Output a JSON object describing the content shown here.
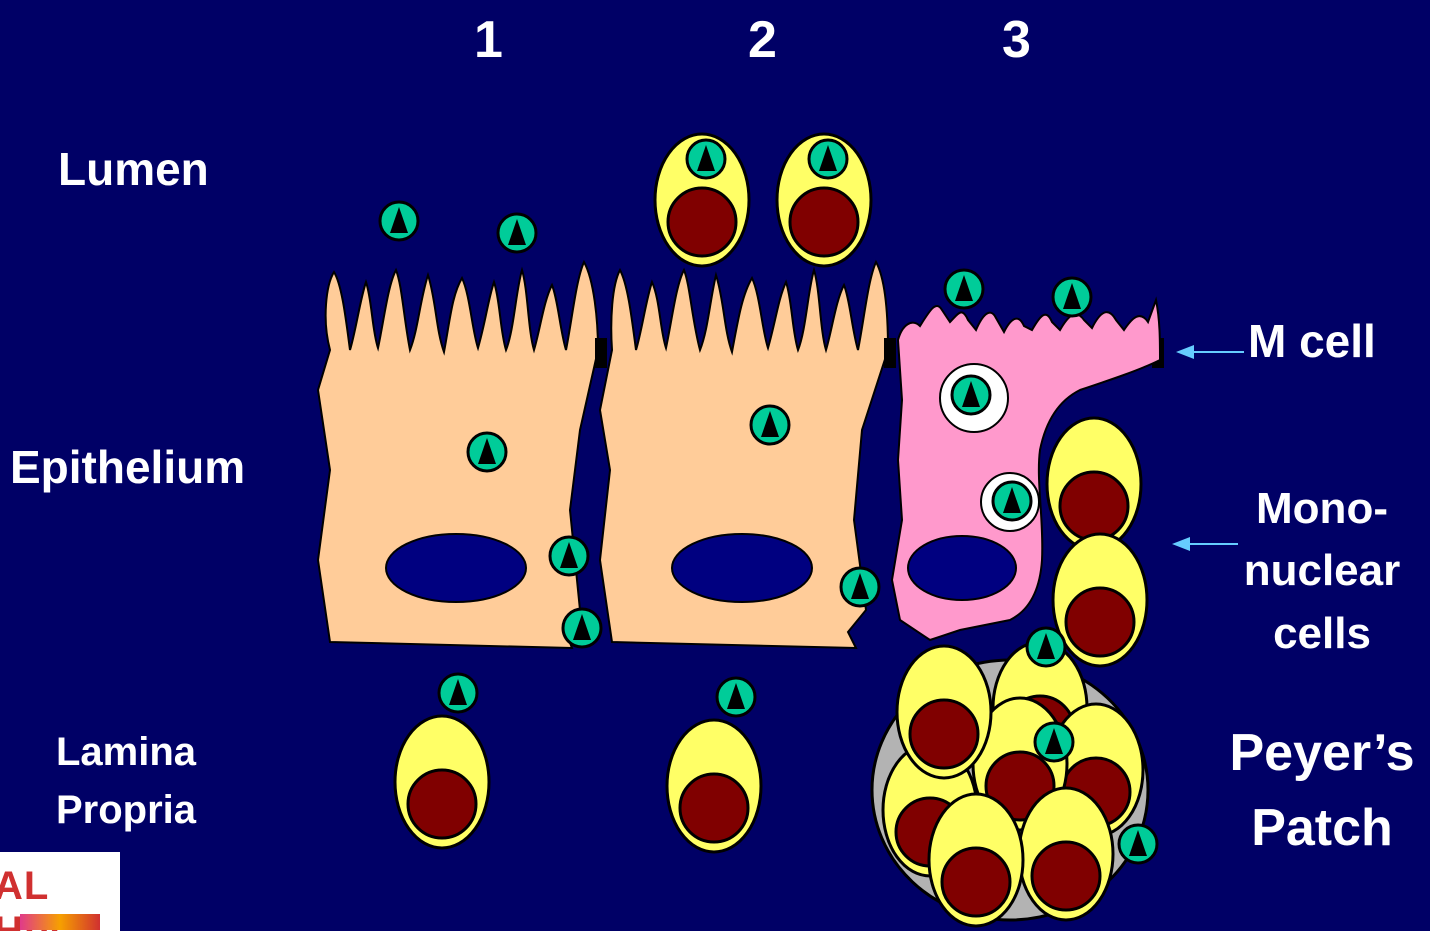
{
  "columns": [
    "1",
    "2",
    "3"
  ],
  "regions": {
    "lumen": "Lumen",
    "epithelium": "Epithelium",
    "lamina_line1": "Lamina",
    "lamina_line2": "Propria"
  },
  "annotations": {
    "m_cell": "M cell",
    "mono_line1": "Mono-",
    "mono_line2": "nuclear",
    "mono_line3": "cells",
    "peyer_line1": "Peyer’s",
    "peyer_line2": "Patch"
  },
  "logo": {
    "text": "AL HiV"
  },
  "colors": {
    "background": "#000066",
    "enterocyte": "#FFCC99",
    "m_cell": "#FF99CC",
    "nucleus": "#000080",
    "mononuclear_cell": "#FFFF66",
    "mononuclear_nucleus": "#800000",
    "virus": "#00CC99",
    "arrow": "#66CCFF",
    "peyers_patch": "#B3B3B3"
  }
}
